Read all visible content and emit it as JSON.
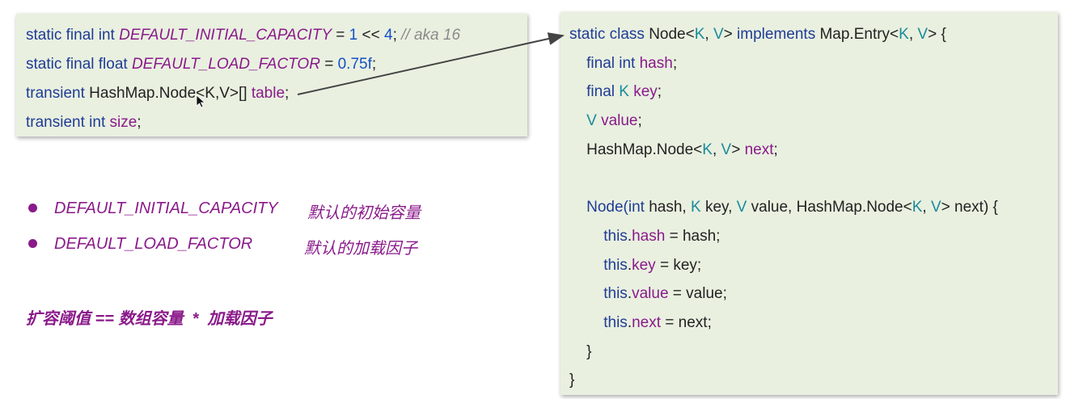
{
  "left_code": {
    "lines": [
      [
        {
          "t": "static final int ",
          "c": "kw"
        },
        {
          "t": "DEFAULT_INITIAL_CAPACITY",
          "c": "const"
        },
        {
          "t": " = ",
          "c": "plain"
        },
        {
          "t": "1",
          "c": "num"
        },
        {
          "t": " << ",
          "c": "plain"
        },
        {
          "t": "4",
          "c": "num"
        },
        {
          "t": "; ",
          "c": "plain"
        },
        {
          "t": "// aka 16",
          "c": "cmt"
        }
      ],
      [
        {
          "t": "static final float ",
          "c": "kw"
        },
        {
          "t": "DEFAULT_LOAD_FACTOR",
          "c": "const"
        },
        {
          "t": " = ",
          "c": "plain"
        },
        {
          "t": "0.75f",
          "c": "num"
        },
        {
          "t": ";",
          "c": "plain"
        }
      ],
      [
        {
          "t": "transient ",
          "c": "kw"
        },
        {
          "t": "HashMap.Node<K,V>[] ",
          "c": "plain"
        },
        {
          "t": "table",
          "c": "field"
        },
        {
          "t": ";",
          "c": "plain"
        }
      ],
      [
        {
          "t": "transient int ",
          "c": "kw"
        },
        {
          "t": "size",
          "c": "field"
        },
        {
          "t": ";",
          "c": "plain"
        }
      ]
    ]
  },
  "right_code": {
    "lines": [
      [
        {
          "t": "static class ",
          "c": "kw"
        },
        {
          "t": "Node<",
          "c": "plain"
        },
        {
          "t": "K",
          "c": "tp"
        },
        {
          "t": ", ",
          "c": "plain"
        },
        {
          "t": "V",
          "c": "tp"
        },
        {
          "t": "> ",
          "c": "plain"
        },
        {
          "t": "implements ",
          "c": "kw"
        },
        {
          "t": "Map.Entry<",
          "c": "plain"
        },
        {
          "t": "K",
          "c": "tp"
        },
        {
          "t": ", ",
          "c": "plain"
        },
        {
          "t": "V",
          "c": "tp"
        },
        {
          "t": "> {",
          "c": "plain"
        }
      ],
      [
        {
          "t": "    ",
          "c": "plain"
        },
        {
          "t": "final int ",
          "c": "kw"
        },
        {
          "t": "hash",
          "c": "field"
        },
        {
          "t": ";",
          "c": "plain"
        }
      ],
      [
        {
          "t": "    ",
          "c": "plain"
        },
        {
          "t": "final ",
          "c": "kw"
        },
        {
          "t": "K ",
          "c": "tp"
        },
        {
          "t": "key",
          "c": "field"
        },
        {
          "t": ";",
          "c": "plain"
        }
      ],
      [
        {
          "t": "    ",
          "c": "plain"
        },
        {
          "t": "V ",
          "c": "tp"
        },
        {
          "t": "value",
          "c": "field"
        },
        {
          "t": ";",
          "c": "plain"
        }
      ],
      [
        {
          "t": "    ",
          "c": "plain"
        },
        {
          "t": "HashMap.Node<",
          "c": "plain"
        },
        {
          "t": "K",
          "c": "tp"
        },
        {
          "t": ", ",
          "c": "plain"
        },
        {
          "t": "V",
          "c": "tp"
        },
        {
          "t": "> ",
          "c": "plain"
        },
        {
          "t": "next",
          "c": "field"
        },
        {
          "t": ";",
          "c": "plain"
        }
      ],
      [],
      [
        {
          "t": "    ",
          "c": "plain"
        },
        {
          "t": "Node(",
          "c": "kw"
        },
        {
          "t": "int ",
          "c": "kw"
        },
        {
          "t": "hash, ",
          "c": "plain"
        },
        {
          "t": "K ",
          "c": "tp"
        },
        {
          "t": "key, ",
          "c": "plain"
        },
        {
          "t": "V ",
          "c": "tp"
        },
        {
          "t": "value, HashMap.Node<",
          "c": "plain"
        },
        {
          "t": "K",
          "c": "tp"
        },
        {
          "t": ", ",
          "c": "plain"
        },
        {
          "t": "V",
          "c": "tp"
        },
        {
          "t": "> next) {",
          "c": "plain"
        }
      ],
      [
        {
          "t": "        ",
          "c": "plain"
        },
        {
          "t": "this",
          "c": "kw"
        },
        {
          "t": ".",
          "c": "plain"
        },
        {
          "t": "hash",
          "c": "field"
        },
        {
          "t": " = hash;",
          "c": "plain"
        }
      ],
      [
        {
          "t": "        ",
          "c": "plain"
        },
        {
          "t": "this",
          "c": "kw"
        },
        {
          "t": ".",
          "c": "plain"
        },
        {
          "t": "key",
          "c": "field"
        },
        {
          "t": " = key;",
          "c": "plain"
        }
      ],
      [
        {
          "t": "        ",
          "c": "plain"
        },
        {
          "t": "this",
          "c": "kw"
        },
        {
          "t": ".",
          "c": "plain"
        },
        {
          "t": "value",
          "c": "field"
        },
        {
          "t": " = value;",
          "c": "plain"
        }
      ],
      [
        {
          "t": "        ",
          "c": "plain"
        },
        {
          "t": "this",
          "c": "kw"
        },
        {
          "t": ".",
          "c": "plain"
        },
        {
          "t": "next",
          "c": "field"
        },
        {
          "t": " = next;",
          "c": "plain"
        }
      ],
      [
        {
          "t": "    }",
          "c": "plain"
        }
      ],
      [
        {
          "t": "}",
          "c": "plain"
        }
      ]
    ]
  },
  "bullets": [
    {
      "term": "DEFAULT_INITIAL_CAPACITY",
      "desc": "默认的初始容量"
    },
    {
      "term": "DEFAULT_LOAD_FACTOR",
      "desc": "默认的加载因子"
    }
  ],
  "formula": "扩容阈值 == 数组容量  *  加载因子",
  "colors": {
    "code_bg": "#e9f0e0",
    "keyword": "#1f3c95",
    "field": "#8a1a8a",
    "number": "#1650c8",
    "type_param": "#1b8a9a",
    "comment": "#8a8a8a",
    "accent": "#8a1a8a"
  },
  "icons": {
    "cursor": "mouse-pointer-icon",
    "arrow": "connector-arrow"
  }
}
